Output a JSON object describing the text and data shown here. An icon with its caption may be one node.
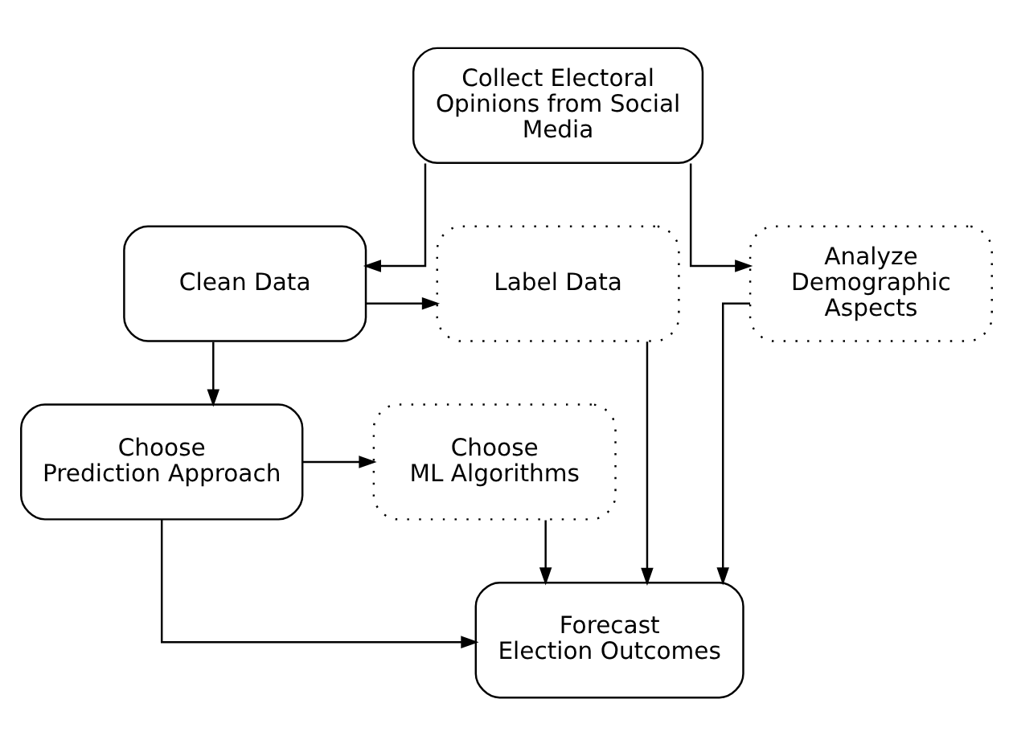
{
  "diagram": {
    "nodes": [
      {
        "text": [
          "Collect Electoral Opinions from Social Media"
        ]
      },
      {
        "text": [
          "Clean Data"
        ]
      },
      {
        "text": [
          "Label Data"
        ]
      },
      {
        "text": [
          "Analyze Demographic Aspects"
        ]
      },
      {
        "text": [
          "Choose Prediction Approach"
        ]
      },
      {
        "text": [
          "Choose ML Algorithms"
        ]
      },
      {
        "text": [
          "Forecast Election Outcomes"
        ]
      }
    ],
    "edges": [
      {
        "from": 0,
        "to": 1,
        "arrow": "to"
      },
      {
        "from": 0,
        "to": 3,
        "arrow": "to"
      },
      {
        "from": 1,
        "to": 2,
        "arrow": "to"
      },
      {
        "from": 1,
        "to": 4,
        "arrow": "to"
      },
      {
        "from": 4,
        "to": 5,
        "arrow": "to"
      },
      {
        "from": 2,
        "to": 6,
        "arrow": "to"
      },
      {
        "from": 3,
        "to": 6,
        "arrow": "to"
      },
      {
        "from": 4,
        "to": 6,
        "arrow": "to"
      },
      {
        "from": 5,
        "to": 6,
        "arrow": "to"
      }
    ]
  }
}
